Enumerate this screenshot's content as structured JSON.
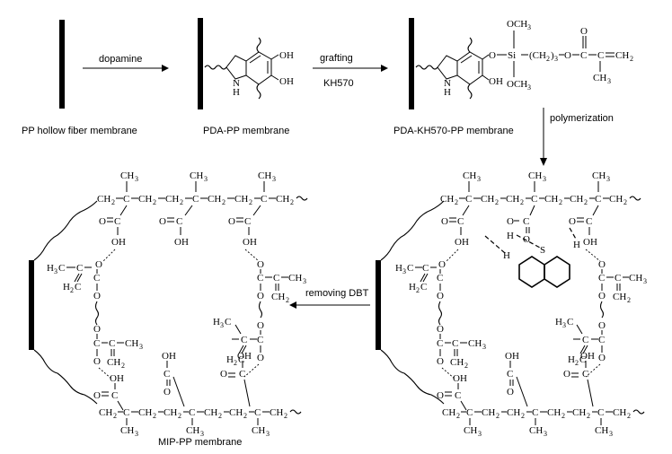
{
  "membrane_labels": {
    "pp": "PP hollow fiber membrane",
    "pda_pp": "PDA-PP membrane",
    "pda_kh570_pp": "PDA-KH570-PP membrane",
    "mip_pp": "MIP-PP membrane"
  },
  "arrow_labels": {
    "dopamine": "dopamine",
    "grafting": "grafting",
    "kh570": "KH570",
    "polymerization": "polymerization",
    "removing_dbt": "removing DBT"
  },
  "atoms": {
    "oh": "OH",
    "nh_n": "N",
    "nh_h": "H",
    "o": "O",
    "si": "Si",
    "och3": "OCH",
    "three": "3",
    "ch3": "CH",
    "ch2": "CH",
    "two": "2",
    "h3c": "H",
    "c": "C",
    "h2c": "H",
    "s": "S",
    "h": "H",
    "chain": "(CH",
    "chain_close": ")",
    "eq": "═"
  }
}
